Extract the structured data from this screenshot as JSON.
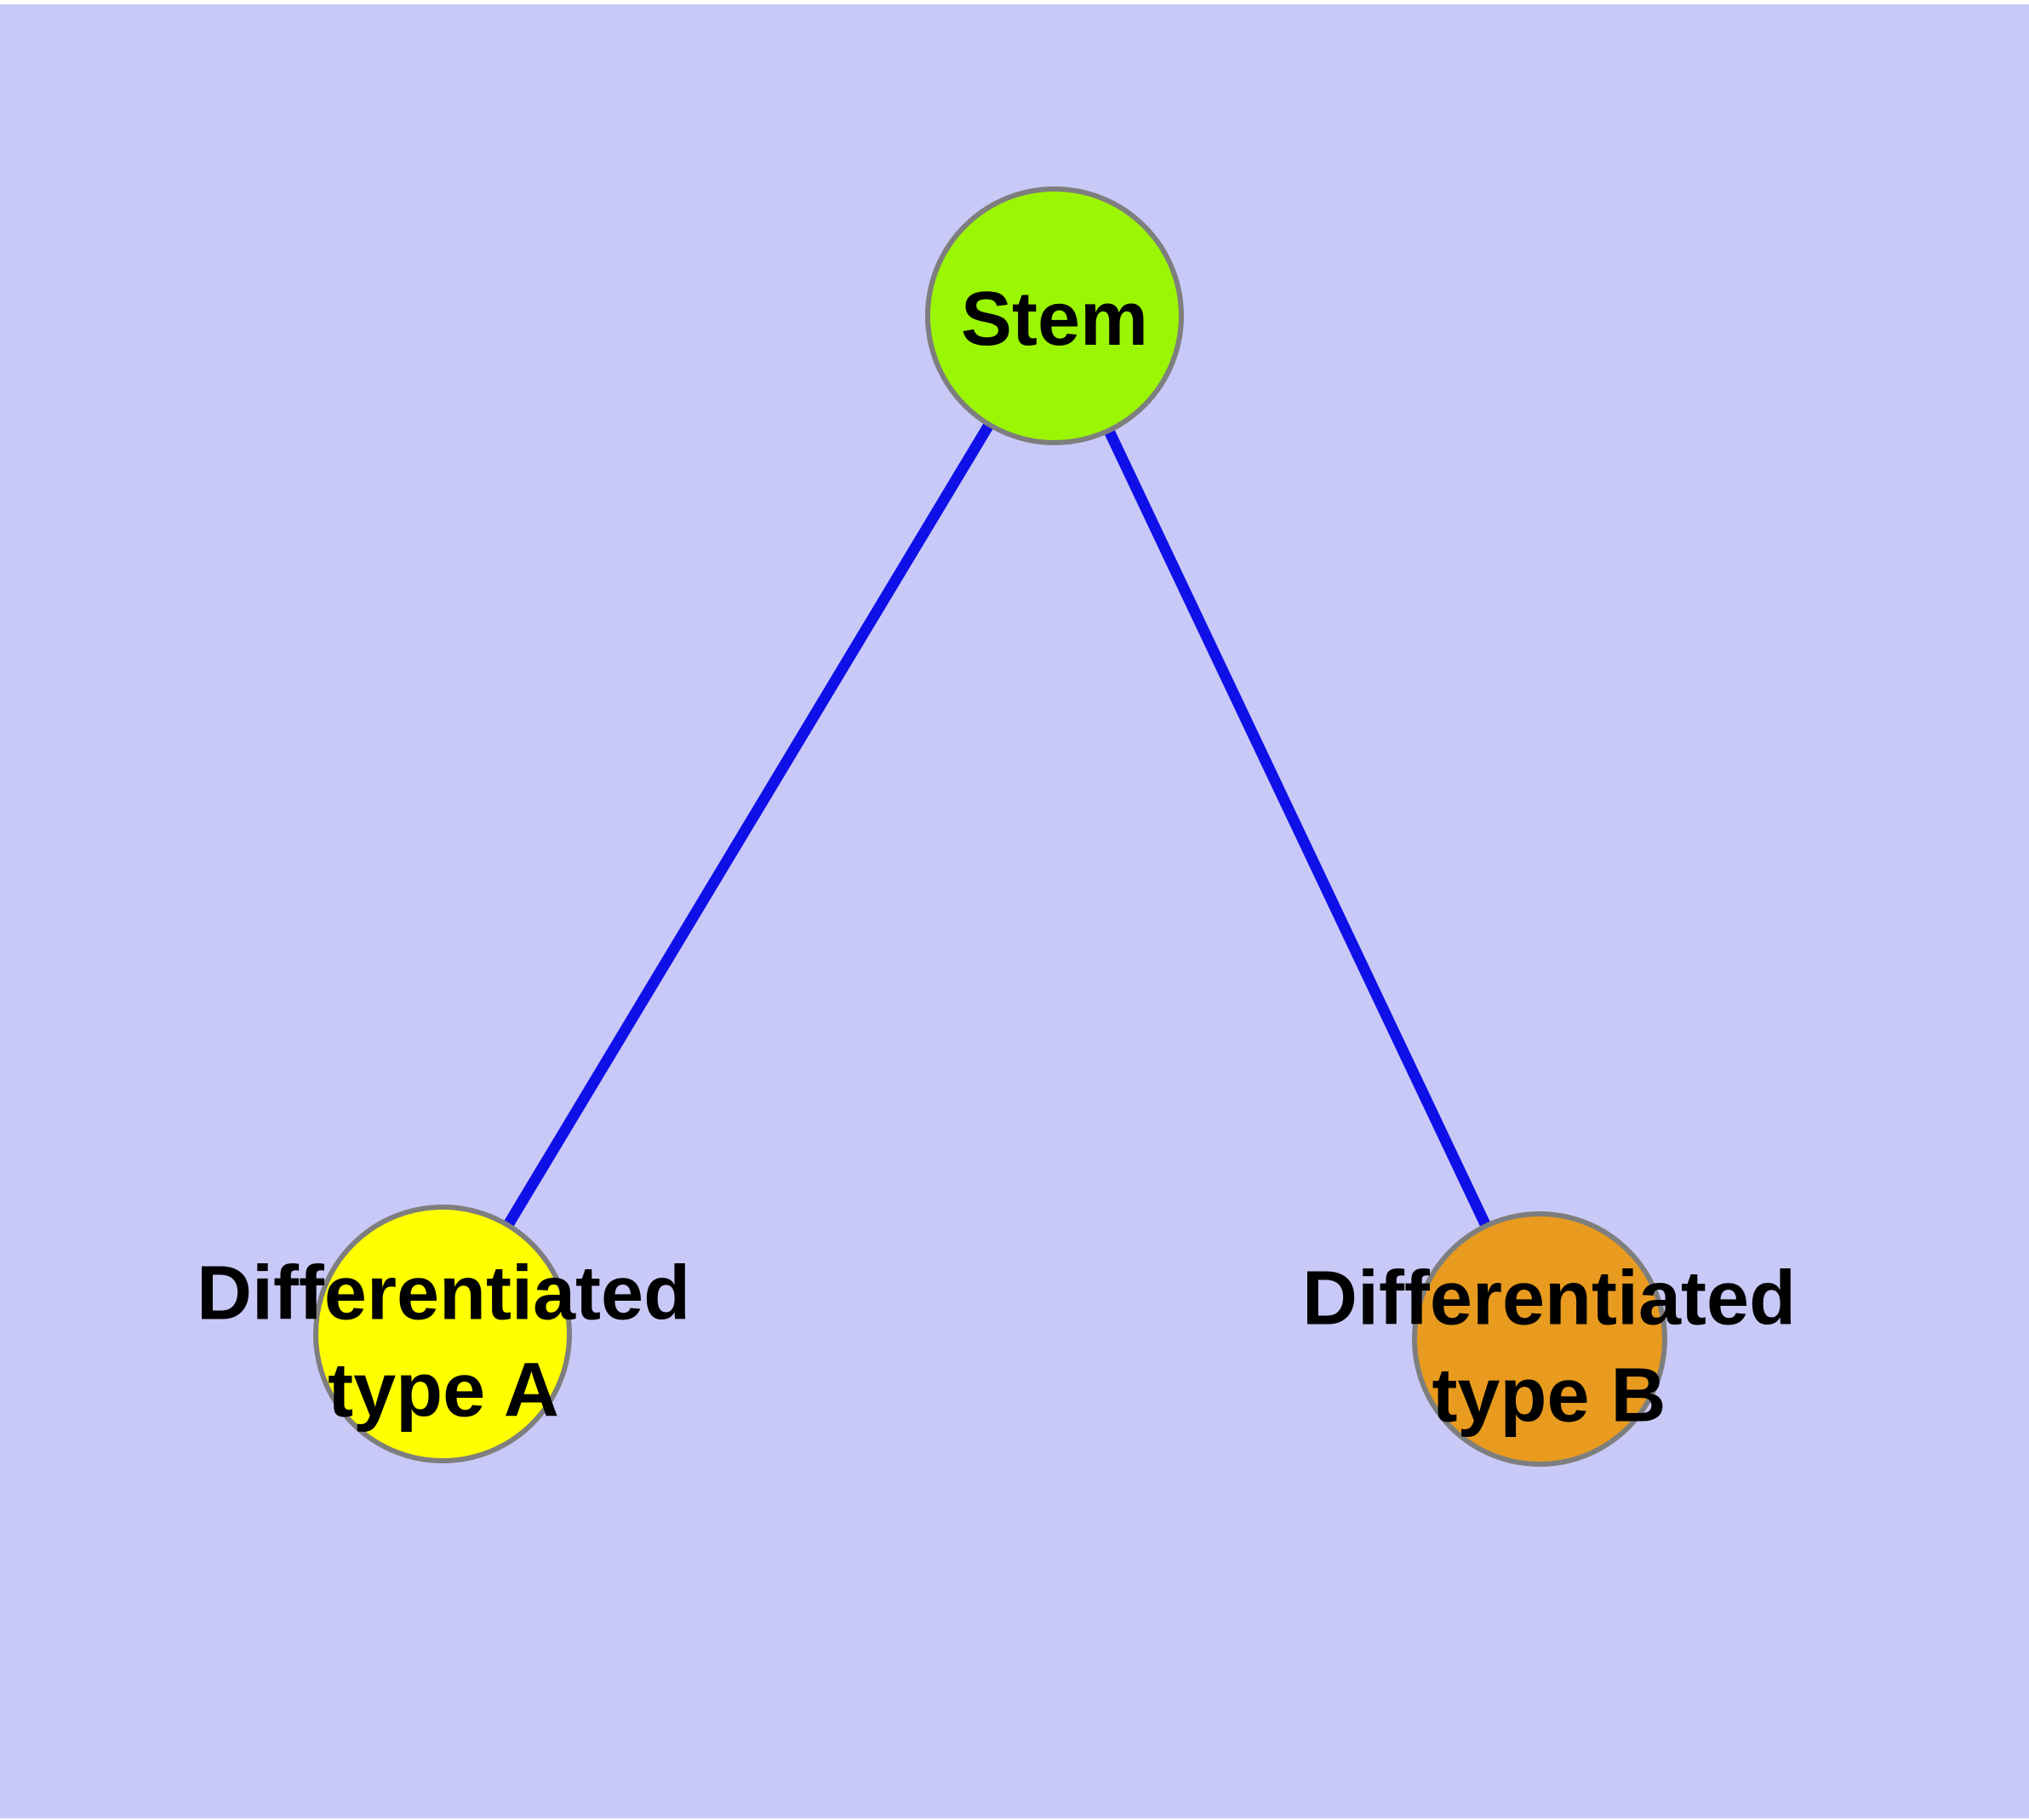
{
  "figure": {
    "type": "node-link-diagram",
    "background_color": "#c9c9f8",
    "margin_color": "#ffffff",
    "edge_color": "#0f0fe8",
    "node_border_color": "#7e7e7e",
    "label_color": "#000000",
    "nodes": {
      "stem": {
        "label": "Stem",
        "fill": "#9bf604"
      },
      "type_a": {
        "label": "Differentiated type A",
        "label_lines": [
          "Differentiated",
          "type A"
        ],
        "fill": "#ffff00"
      },
      "type_b": {
        "label": "Differentiated type B",
        "label_lines": [
          "Differentiated",
          "type B"
        ],
        "fill": "#e89b1e"
      }
    },
    "edges": [
      {
        "from": "Stem",
        "to": "Differentiated type A"
      },
      {
        "from": "Stem",
        "to": "Differentiated type B"
      }
    ]
  }
}
